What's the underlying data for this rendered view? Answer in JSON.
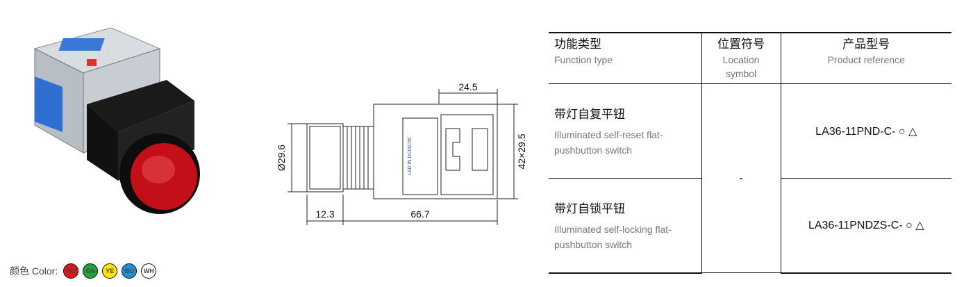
{
  "drawing": {
    "dim_top": "24.5",
    "dim_left": "Ø29.6",
    "dim_right": "42×29.5",
    "dim_bottom_left": "12.3",
    "dim_bottom": "66.7",
    "body_text": "LED IN DCIAC05"
  },
  "colors": {
    "label": "颜色 Color:",
    "items": [
      {
        "code": "RD",
        "hex": "#e0141c"
      },
      {
        "code": "GN",
        "hex": "#1fa33a"
      },
      {
        "code": "YE",
        "hex": "#ffe600"
      },
      {
        "code": "BU",
        "hex": "#1f8fd6"
      },
      {
        "code": "WH",
        "hex": "#ffffff"
      }
    ]
  },
  "table": {
    "headers": [
      {
        "cn": "功能类型",
        "en": "Function type"
      },
      {
        "cn": "位置符号",
        "en": "Location symbol"
      },
      {
        "cn": "产品型号",
        "en": "Product reference"
      }
    ],
    "location": "-",
    "rows": [
      {
        "cn": "带灯自复平钮",
        "en": "Illuminated self-reset flat-pushbutton switch",
        "ref": "LA36-11PND-C- ○ △"
      },
      {
        "cn": "带灯自锁平钮",
        "en": "Illuminated self-locking flat-pushbutton switch",
        "ref": "LA36-11PNDZS-C- ○ △"
      }
    ]
  }
}
